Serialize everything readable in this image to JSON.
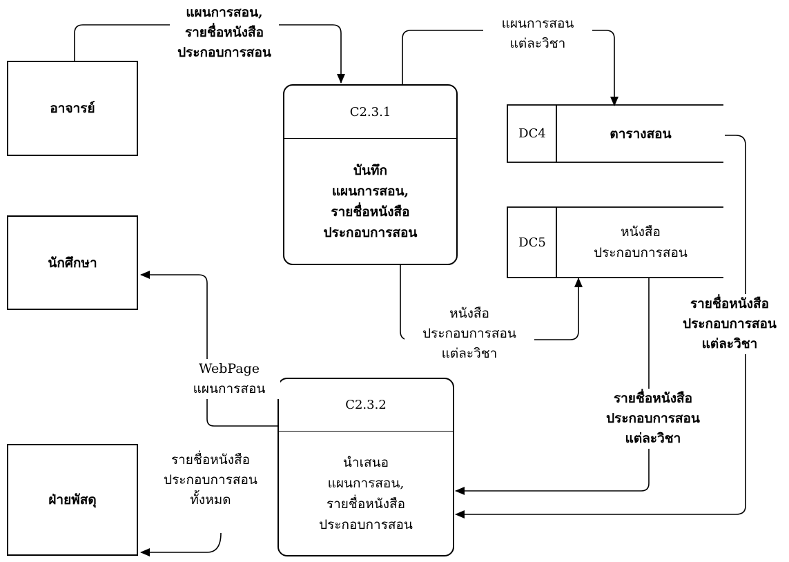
{
  "entities": {
    "teacher": "อาจารย์",
    "student": "นักศึกษา",
    "supplies": "ฝ่ายพัสดุ"
  },
  "processes": {
    "p1": {
      "id": "C2.3.1",
      "name": "บันทึก\nแผนการสอน,\nรายชื่อหนังสือ\nประกอบการสอน"
    },
    "p2": {
      "id": "C2.3.2",
      "name": "นำเสนอ\nแผนการสอน,\nรายชื่อหนังสือ\nประกอบการสอน"
    }
  },
  "stores": {
    "dc4": {
      "id": "DC4",
      "name": "ตารางสอน"
    },
    "dc5": {
      "id": "DC5",
      "name": "หนังสือ\nประกอบการสอน"
    }
  },
  "flows": {
    "teacher_to_p1": "แผนการสอน,\nรายชื่อหนังสือ\nประกอบการสอน",
    "p1_to_dc4": "แผนการสอน\nแต่ละวิชา",
    "p1_to_dc5": "หนังสือ\nประกอบการสอน\nแต่ละวิชา",
    "p2_to_student": "WebPage\nแผนการสอน",
    "p2_to_supplies": "รายชื่อหนังสือ\nประกอบการสอน\nทั้งหมด",
    "dc5_to_p2": "รายชื่อหนังสือ\nประกอบการสอน\nแต่ละวิชา",
    "dc4_to_p2": "รายชื่อหนังสือ\nประกอบการสอน\nแต่ละวิชา"
  }
}
